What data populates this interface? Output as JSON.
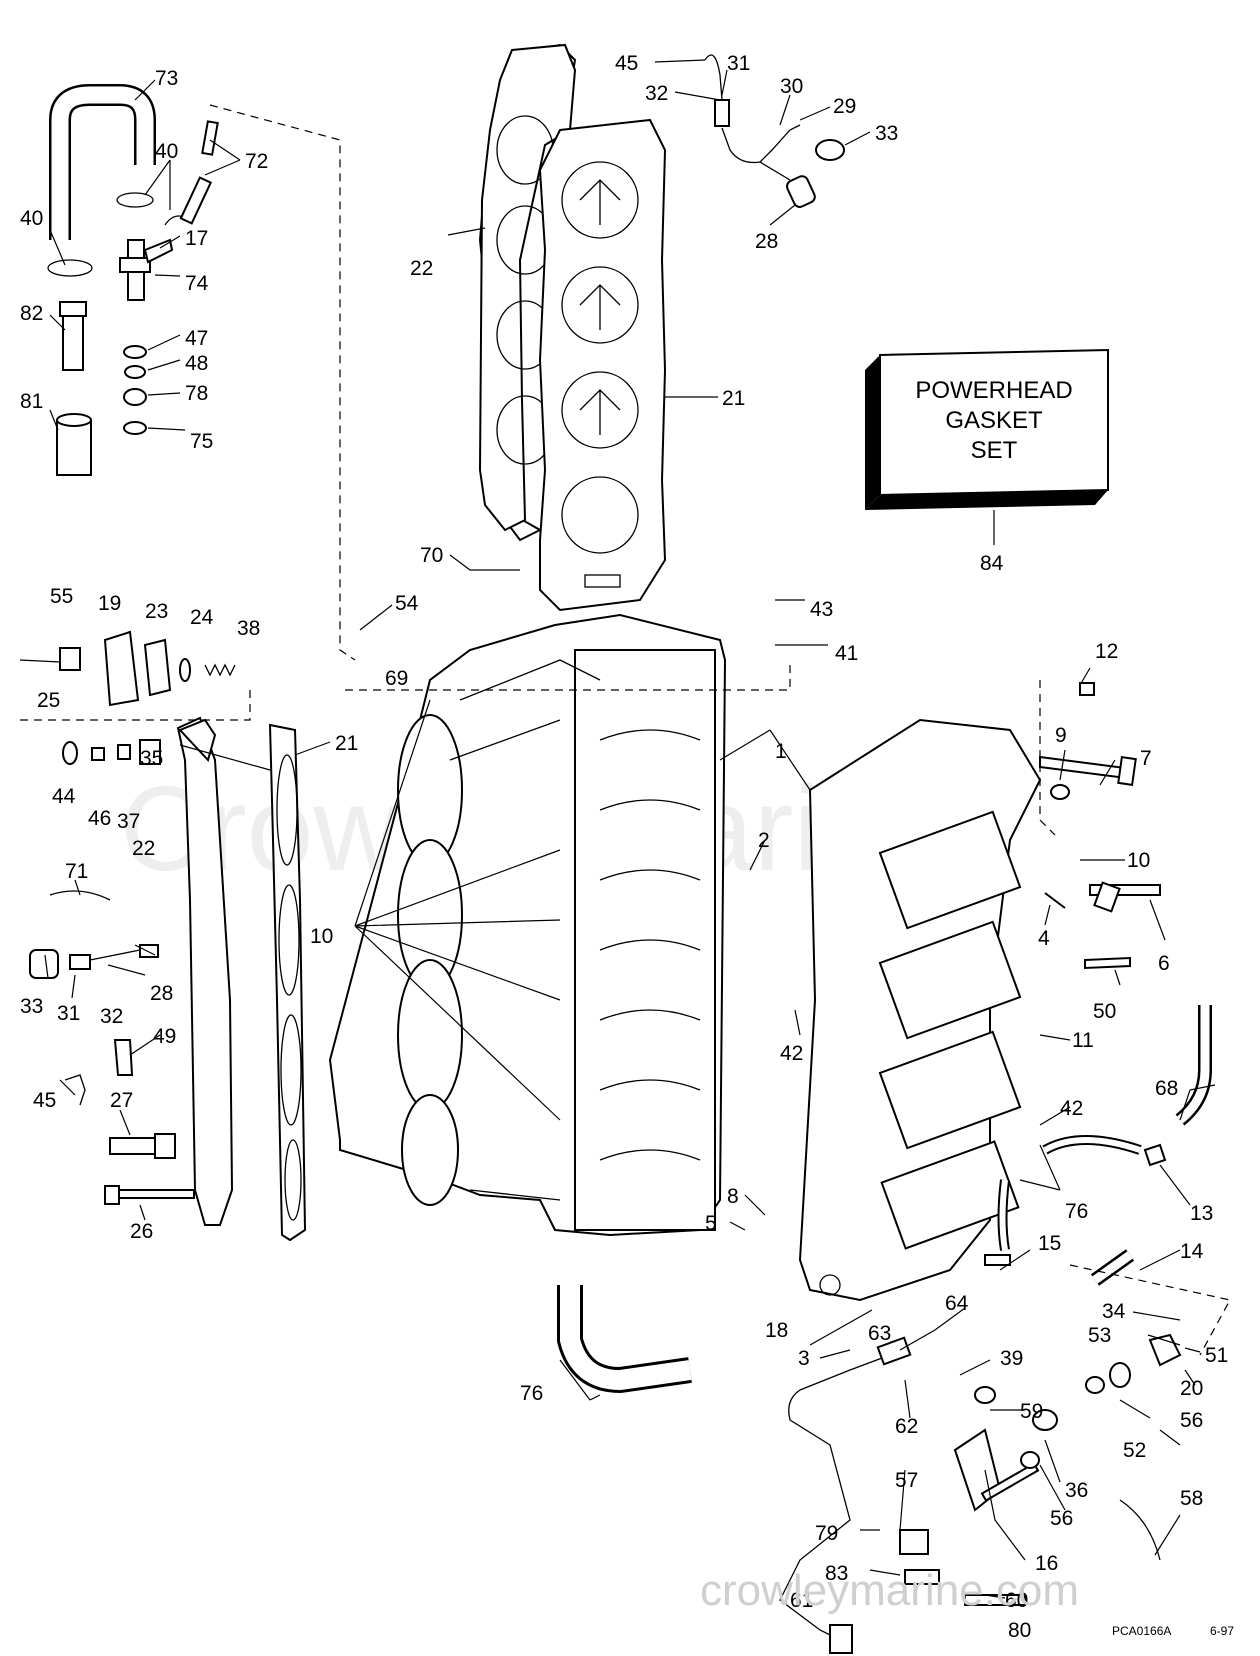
{
  "callouts": [
    {
      "id": "c73",
      "text": "73"
    },
    {
      "id": "c45a",
      "text": "45"
    },
    {
      "id": "c31a",
      "text": "31"
    },
    {
      "id": "c32a",
      "text": "32"
    },
    {
      "id": "c30",
      "text": "30"
    },
    {
      "id": "c29",
      "text": "29"
    },
    {
      "id": "c33a",
      "text": "33"
    },
    {
      "id": "c28a",
      "text": "28"
    },
    {
      "id": "c40a",
      "text": "40"
    },
    {
      "id": "c40b",
      "text": "40"
    },
    {
      "id": "c72",
      "text": "72"
    },
    {
      "id": "c17",
      "text": "17"
    },
    {
      "id": "c74",
      "text": "74"
    },
    {
      "id": "c82",
      "text": "82"
    },
    {
      "id": "c47",
      "text": "47"
    },
    {
      "id": "c48",
      "text": "48"
    },
    {
      "id": "c78",
      "text": "78"
    },
    {
      "id": "c81",
      "text": "81"
    },
    {
      "id": "c75",
      "text": "75"
    },
    {
      "id": "c22a",
      "text": "22"
    },
    {
      "id": "c21a",
      "text": "21"
    },
    {
      "id": "c84",
      "text": "84"
    },
    {
      "id": "c70",
      "text": "70"
    },
    {
      "id": "c54",
      "text": "54"
    },
    {
      "id": "c43",
      "text": "43"
    },
    {
      "id": "c41",
      "text": "41"
    },
    {
      "id": "c55",
      "text": "55"
    },
    {
      "id": "c19",
      "text": "19"
    },
    {
      "id": "c23",
      "text": "23"
    },
    {
      "id": "c24",
      "text": "24"
    },
    {
      "id": "c38",
      "text": "38"
    },
    {
      "id": "c25",
      "text": "25"
    },
    {
      "id": "c69",
      "text": "69"
    },
    {
      "id": "c21b",
      "text": "21"
    },
    {
      "id": "c12",
      "text": "12"
    },
    {
      "id": "c1",
      "text": "1"
    },
    {
      "id": "c9",
      "text": "9"
    },
    {
      "id": "c7",
      "text": "7"
    },
    {
      "id": "c35",
      "text": "35"
    },
    {
      "id": "c44",
      "text": "44"
    },
    {
      "id": "c46",
      "text": "46"
    },
    {
      "id": "c37",
      "text": "37"
    },
    {
      "id": "c22b",
      "text": "22"
    },
    {
      "id": "c2",
      "text": "2"
    },
    {
      "id": "c10a",
      "text": "10"
    },
    {
      "id": "c71",
      "text": "71"
    },
    {
      "id": "c10b",
      "text": "10"
    },
    {
      "id": "c4",
      "text": "4"
    },
    {
      "id": "c6",
      "text": "6"
    },
    {
      "id": "c28b",
      "text": "28"
    },
    {
      "id": "c33b",
      "text": "33"
    },
    {
      "id": "c31b",
      "text": "31"
    },
    {
      "id": "c32b",
      "text": "32"
    },
    {
      "id": "c50",
      "text": "50"
    },
    {
      "id": "c42a",
      "text": "42"
    },
    {
      "id": "c11",
      "text": "11"
    },
    {
      "id": "c49",
      "text": "49"
    },
    {
      "id": "c45b",
      "text": "45"
    },
    {
      "id": "c27",
      "text": "27"
    },
    {
      "id": "c68",
      "text": "68"
    },
    {
      "id": "c42b",
      "text": "42"
    },
    {
      "id": "c8",
      "text": "8"
    },
    {
      "id": "c76a",
      "text": "76"
    },
    {
      "id": "c13",
      "text": "13"
    },
    {
      "id": "c5",
      "text": "5"
    },
    {
      "id": "c26",
      "text": "26"
    },
    {
      "id": "c15",
      "text": "15"
    },
    {
      "id": "c14",
      "text": "14"
    },
    {
      "id": "c64",
      "text": "64"
    },
    {
      "id": "c34",
      "text": "34"
    },
    {
      "id": "c18",
      "text": "18"
    },
    {
      "id": "c63",
      "text": "63"
    },
    {
      "id": "c53",
      "text": "53"
    },
    {
      "id": "c51",
      "text": "51"
    },
    {
      "id": "c3",
      "text": "3"
    },
    {
      "id": "c39",
      "text": "39"
    },
    {
      "id": "c20",
      "text": "20"
    },
    {
      "id": "c76b",
      "text": "76"
    },
    {
      "id": "c62",
      "text": "62"
    },
    {
      "id": "c59",
      "text": "59"
    },
    {
      "id": "c56a",
      "text": "56"
    },
    {
      "id": "c52",
      "text": "52"
    },
    {
      "id": "c57",
      "text": "57"
    },
    {
      "id": "c36",
      "text": "36"
    },
    {
      "id": "c58",
      "text": "58"
    },
    {
      "id": "c56b",
      "text": "56"
    },
    {
      "id": "c79",
      "text": "79"
    },
    {
      "id": "c16",
      "text": "16"
    },
    {
      "id": "c83",
      "text": "83"
    },
    {
      "id": "c61",
      "text": "61"
    },
    {
      "id": "c60",
      "text": "60"
    },
    {
      "id": "c80",
      "text": "80"
    }
  ],
  "gasket_box": {
    "line1": "POWERHEAD",
    "line2": "GASKET",
    "line3": "SET"
  },
  "footer": {
    "code": "PCA0166A",
    "date": "6-97"
  },
  "watermark": {
    "brand": "crowleymarine.com",
    "faint": "Crowley Marine"
  }
}
